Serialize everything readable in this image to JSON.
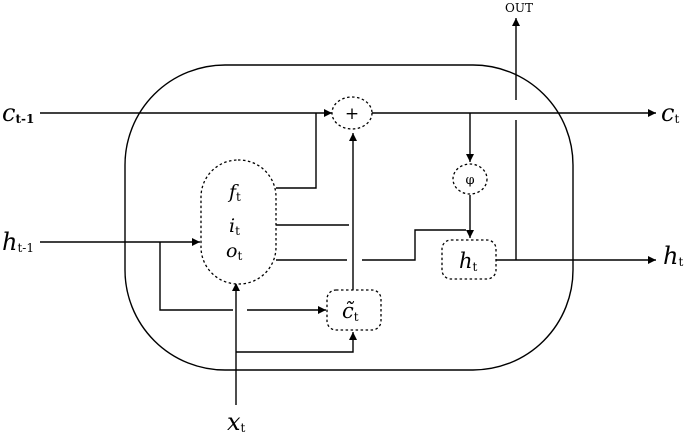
{
  "labels": {
    "out": "OUT",
    "c_prev": {
      "main": "c",
      "sub": "t-1"
    },
    "c_next": {
      "main": "c",
      "sub": "t"
    },
    "h_prev": {
      "main": "h",
      "sub": "t-1"
    },
    "h_next": {
      "main": "h",
      "sub": "t"
    },
    "x": {
      "main": "x",
      "sub": "t"
    },
    "gate_f": {
      "main": "f",
      "sub": "t"
    },
    "gate_i": {
      "main": "i",
      "sub": "t"
    },
    "gate_o": {
      "main": "o",
      "sub": "t"
    },
    "plus": "+",
    "phi": "φ",
    "cand": {
      "main": "c̃",
      "sub": "t"
    },
    "hidden": {
      "main": "h",
      "sub": "t"
    }
  }
}
